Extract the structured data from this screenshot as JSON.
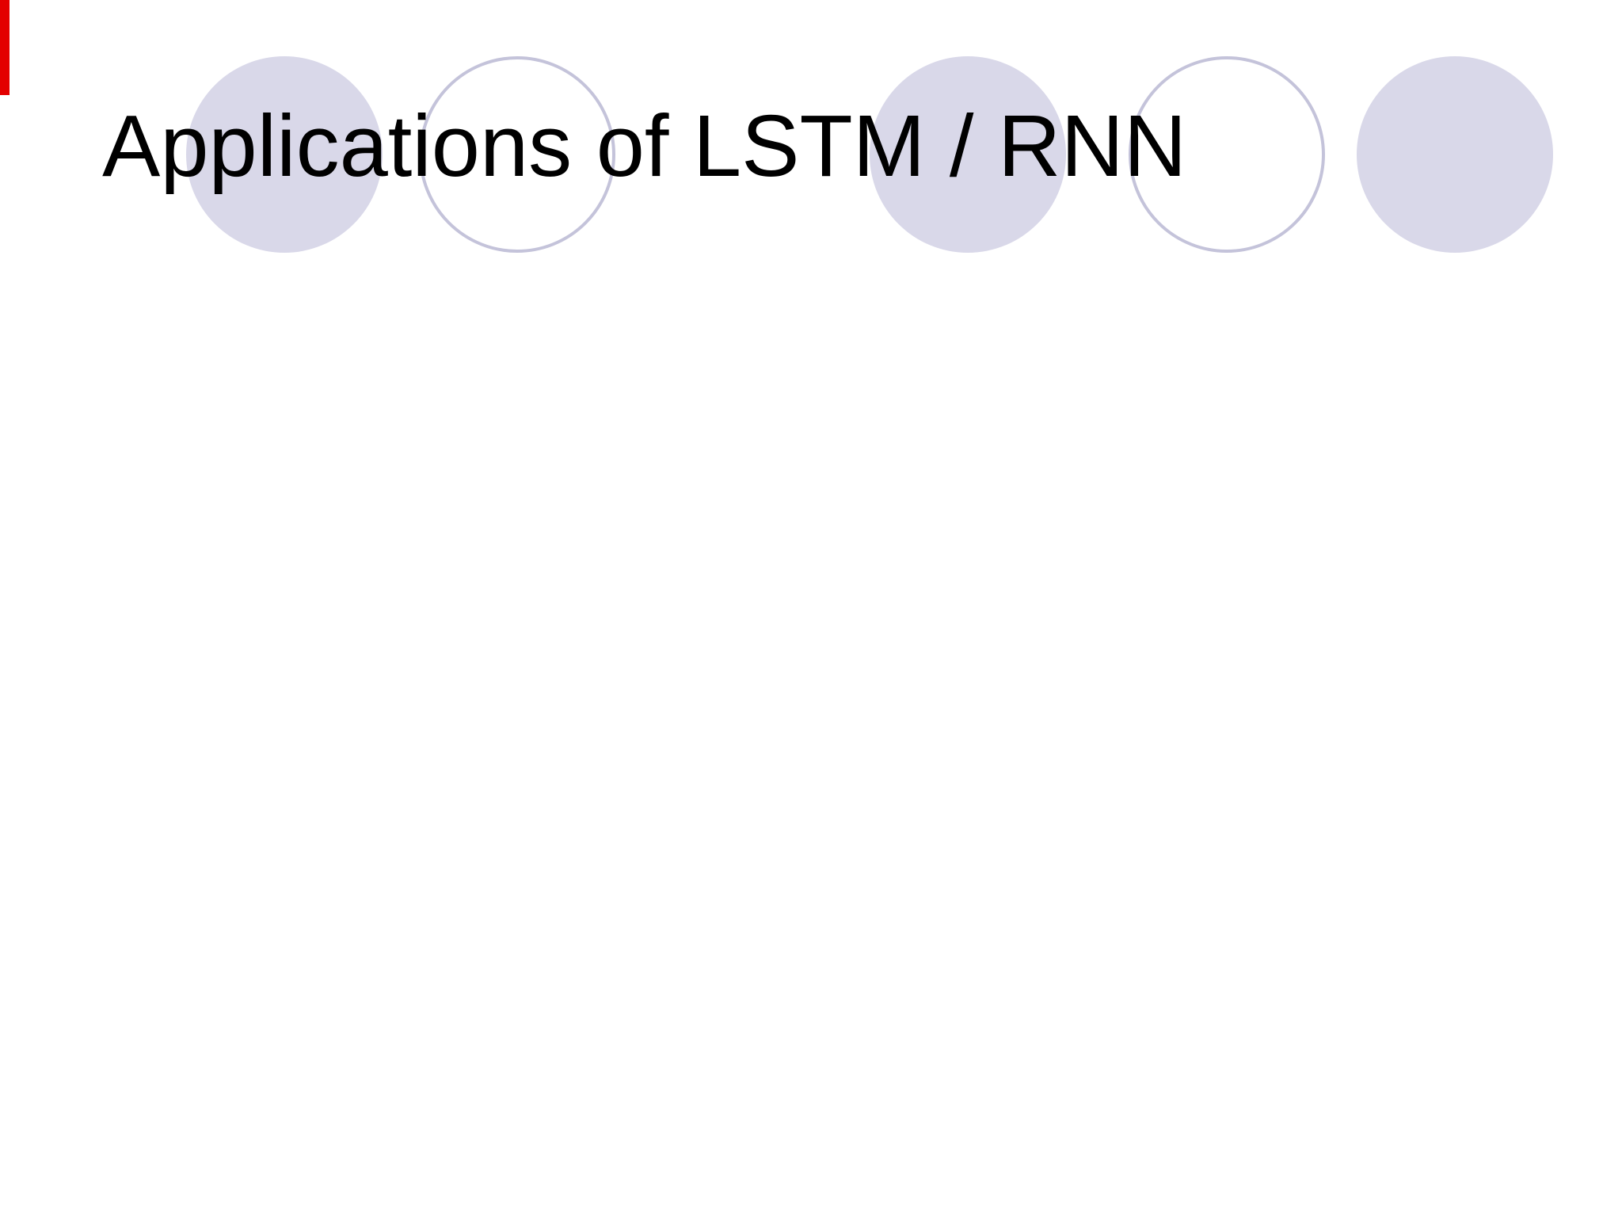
{
  "slide": {
    "title": "Applications of LSTM / RNN",
    "colors": {
      "background": "#ffffff",
      "title_text": "#000000",
      "circle_fill": "#d9d8e9",
      "circle_outline": "#c4c3da",
      "red_marker": "#e30000"
    },
    "decorations": {
      "circles": [
        {
          "style": "filled"
        },
        {
          "style": "outlined"
        },
        {
          "style": "filled"
        },
        {
          "style": "outlined"
        },
        {
          "style": "filled"
        }
      ]
    }
  }
}
